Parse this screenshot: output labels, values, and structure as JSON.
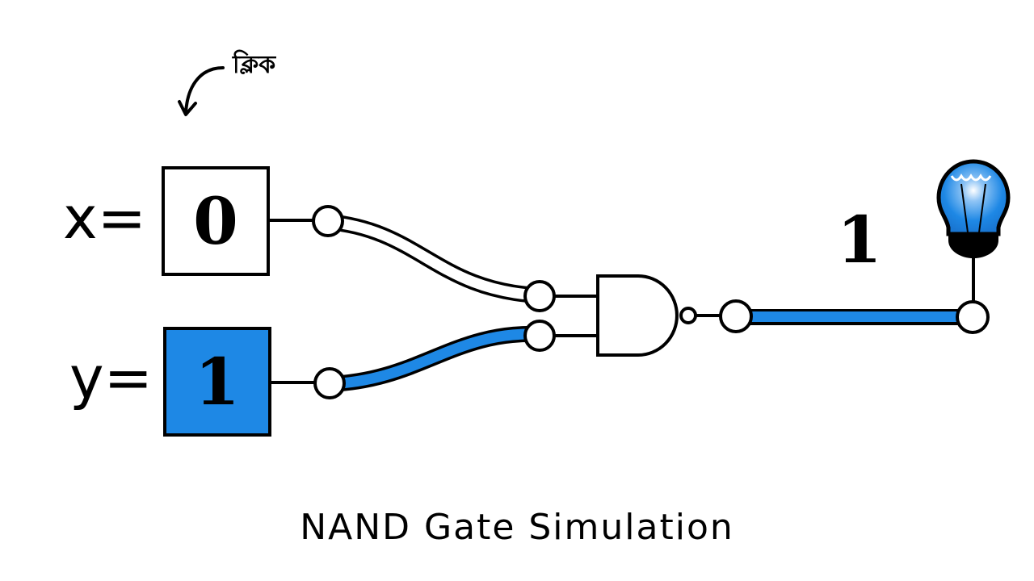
{
  "hint": {
    "label": "ক্লিক",
    "arrow_icon": "curved-arrow-down"
  },
  "inputs": [
    {
      "name": "x",
      "label": "x=",
      "value": "0",
      "active": false
    },
    {
      "name": "y",
      "label": "y=",
      "value": "1",
      "active": true
    }
  ],
  "gate": {
    "type": "NAND"
  },
  "output": {
    "value": "1",
    "lamp_on": true,
    "icon": "light-bulb"
  },
  "title": "NAND Gate Simulation",
  "colors": {
    "active": "#1e88e5",
    "inactive": "#ffffff",
    "stroke": "#000000"
  }
}
